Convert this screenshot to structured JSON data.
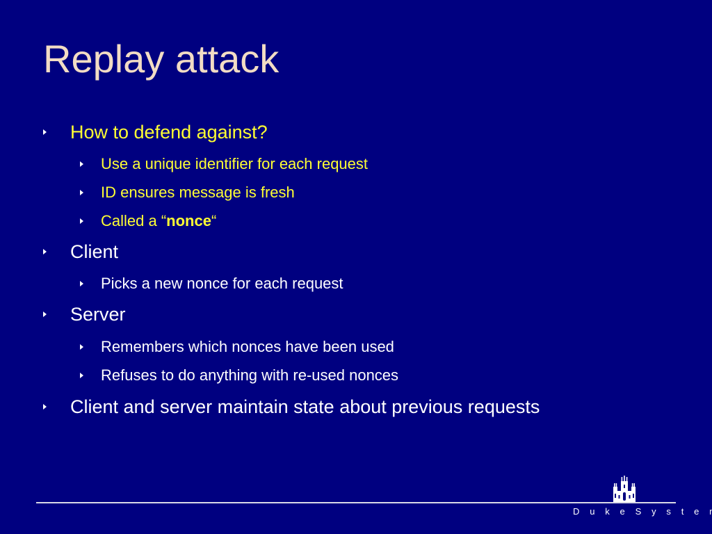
{
  "slide": {
    "title": "Replay attack",
    "bullets": [
      {
        "level": 1,
        "text": "How to defend against?"
      },
      {
        "level": 2,
        "text": "Use a unique identifier for each request"
      },
      {
        "level": 2,
        "text": "ID ensures message is fresh"
      },
      {
        "level": 2,
        "text_prefix": "Called a “",
        "text_bold": "nonce",
        "text_suffix": "“"
      },
      {
        "level": 1,
        "text": "Client"
      },
      {
        "level": 2,
        "text": "Picks a new nonce for each request"
      },
      {
        "level": 1,
        "text": "Server"
      },
      {
        "level": 2,
        "text": "Remembers which nonces have been used"
      },
      {
        "level": 2,
        "text": "Refuses to do anything with re-used nonces"
      },
      {
        "level": 1,
        "text": "Client and server maintain state about previous requests"
      }
    ],
    "footer": {
      "brand": "D u k e  S y s t e m s",
      "logo_icon": "chapel-icon"
    },
    "colors": {
      "background": "#000080",
      "title": "#f2dcc4",
      "highlight": "#ffff33",
      "text": "#ffffff"
    }
  }
}
